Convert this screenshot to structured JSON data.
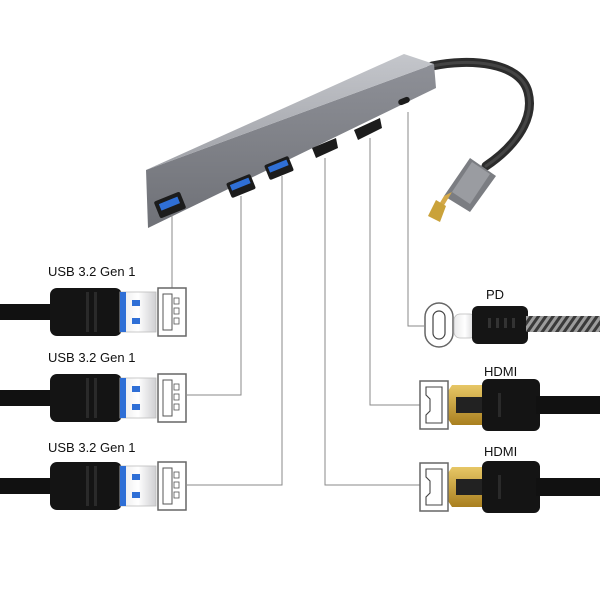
{
  "ports": {
    "usb_1_label": "USB 3.2 Gen 1",
    "usb_2_label": "USB 3.2 Gen 1",
    "usb_3_label": "USB 3.2 Gen 1",
    "pd_label": "PD",
    "hdmi_1_label": "HDMI",
    "hdmi_2_label": "HDMI"
  },
  "colors": {
    "hub_body": "#9a9ca3",
    "hub_top": "#b5b7bd",
    "usb_blue": "#2f6fd6",
    "cable_black": "#111111",
    "hdmi_gold": "#caa23a",
    "leader_line": "#8a8a8a"
  }
}
